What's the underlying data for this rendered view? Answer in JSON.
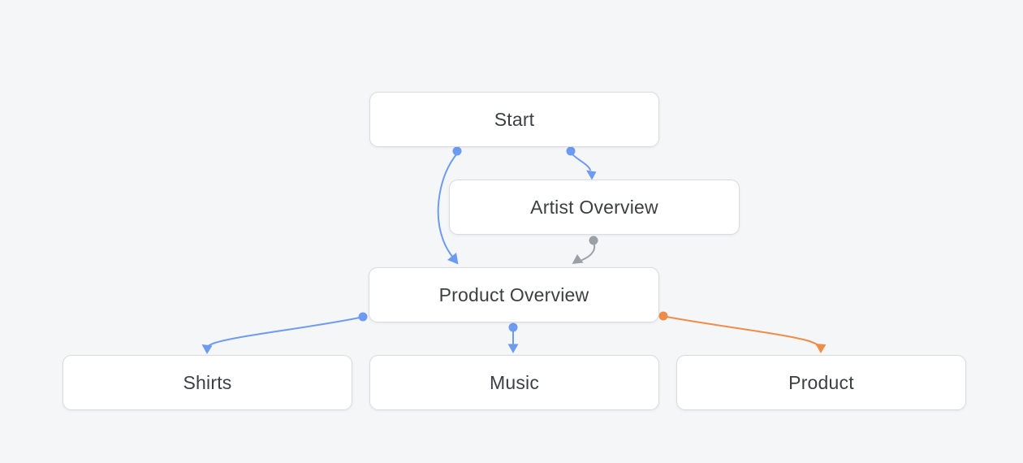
{
  "diagram": {
    "title": "journey-flow",
    "nodes": [
      {
        "id": "start",
        "label": "Start"
      },
      {
        "id": "artist-overview",
        "label": "Artist Overview"
      },
      {
        "id": "product-overview",
        "label": "Product Overview"
      },
      {
        "id": "shirts",
        "label": "Shirts"
      },
      {
        "id": "music",
        "label": "Music"
      },
      {
        "id": "product",
        "label": "Product"
      }
    ],
    "edges": [
      {
        "from": "start",
        "to": "artist-overview",
        "color": "#6d9bf2"
      },
      {
        "from": "start",
        "to": "product-overview",
        "color": "#6d9bf2"
      },
      {
        "from": "artist-overview",
        "to": "product-overview",
        "color": "#9aa0a6"
      },
      {
        "from": "product-overview",
        "to": "shirts",
        "color": "#6d9bf2"
      },
      {
        "from": "product-overview",
        "to": "music",
        "color": "#6d9bf2"
      },
      {
        "from": "product-overview",
        "to": "product",
        "color": "#ee8d48"
      }
    ],
    "colors": {
      "edge_blue": "#6d9bf2",
      "edge_gray": "#9aa0a6",
      "edge_orange": "#ee8d48",
      "node_background": "#ffffff",
      "node_border": "#dadce0",
      "node_text": "#3c4043",
      "canvas_background": "#f5f6f8"
    }
  }
}
